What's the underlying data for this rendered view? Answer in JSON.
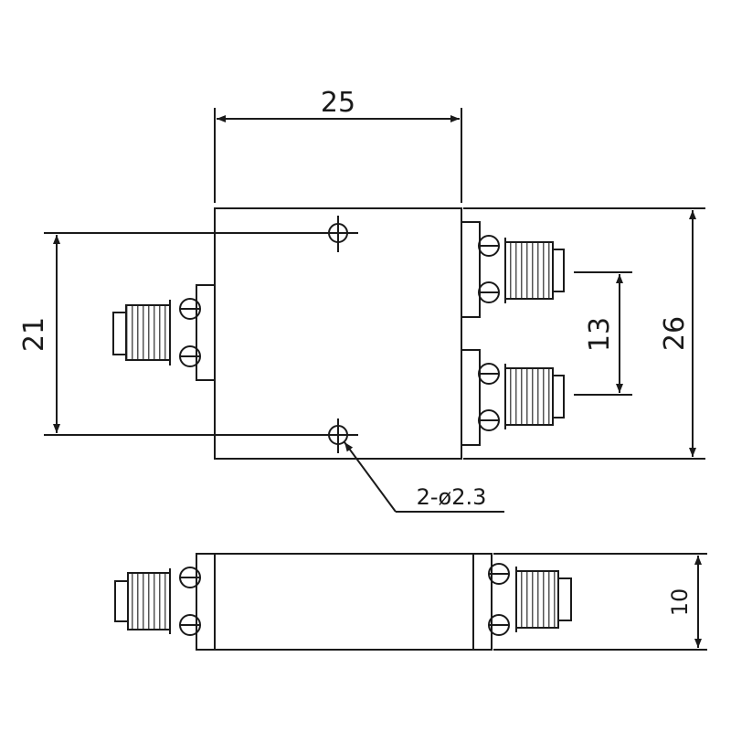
{
  "drawing": {
    "line_color": "#1a1a1a",
    "background": "#ffffff",
    "dimensions": {
      "width_top": "25",
      "hole_spacing": "21",
      "port_spacing": "13",
      "height_total": "26",
      "hole_callout": "2-ø2.3",
      "thickness": "10"
    }
  }
}
